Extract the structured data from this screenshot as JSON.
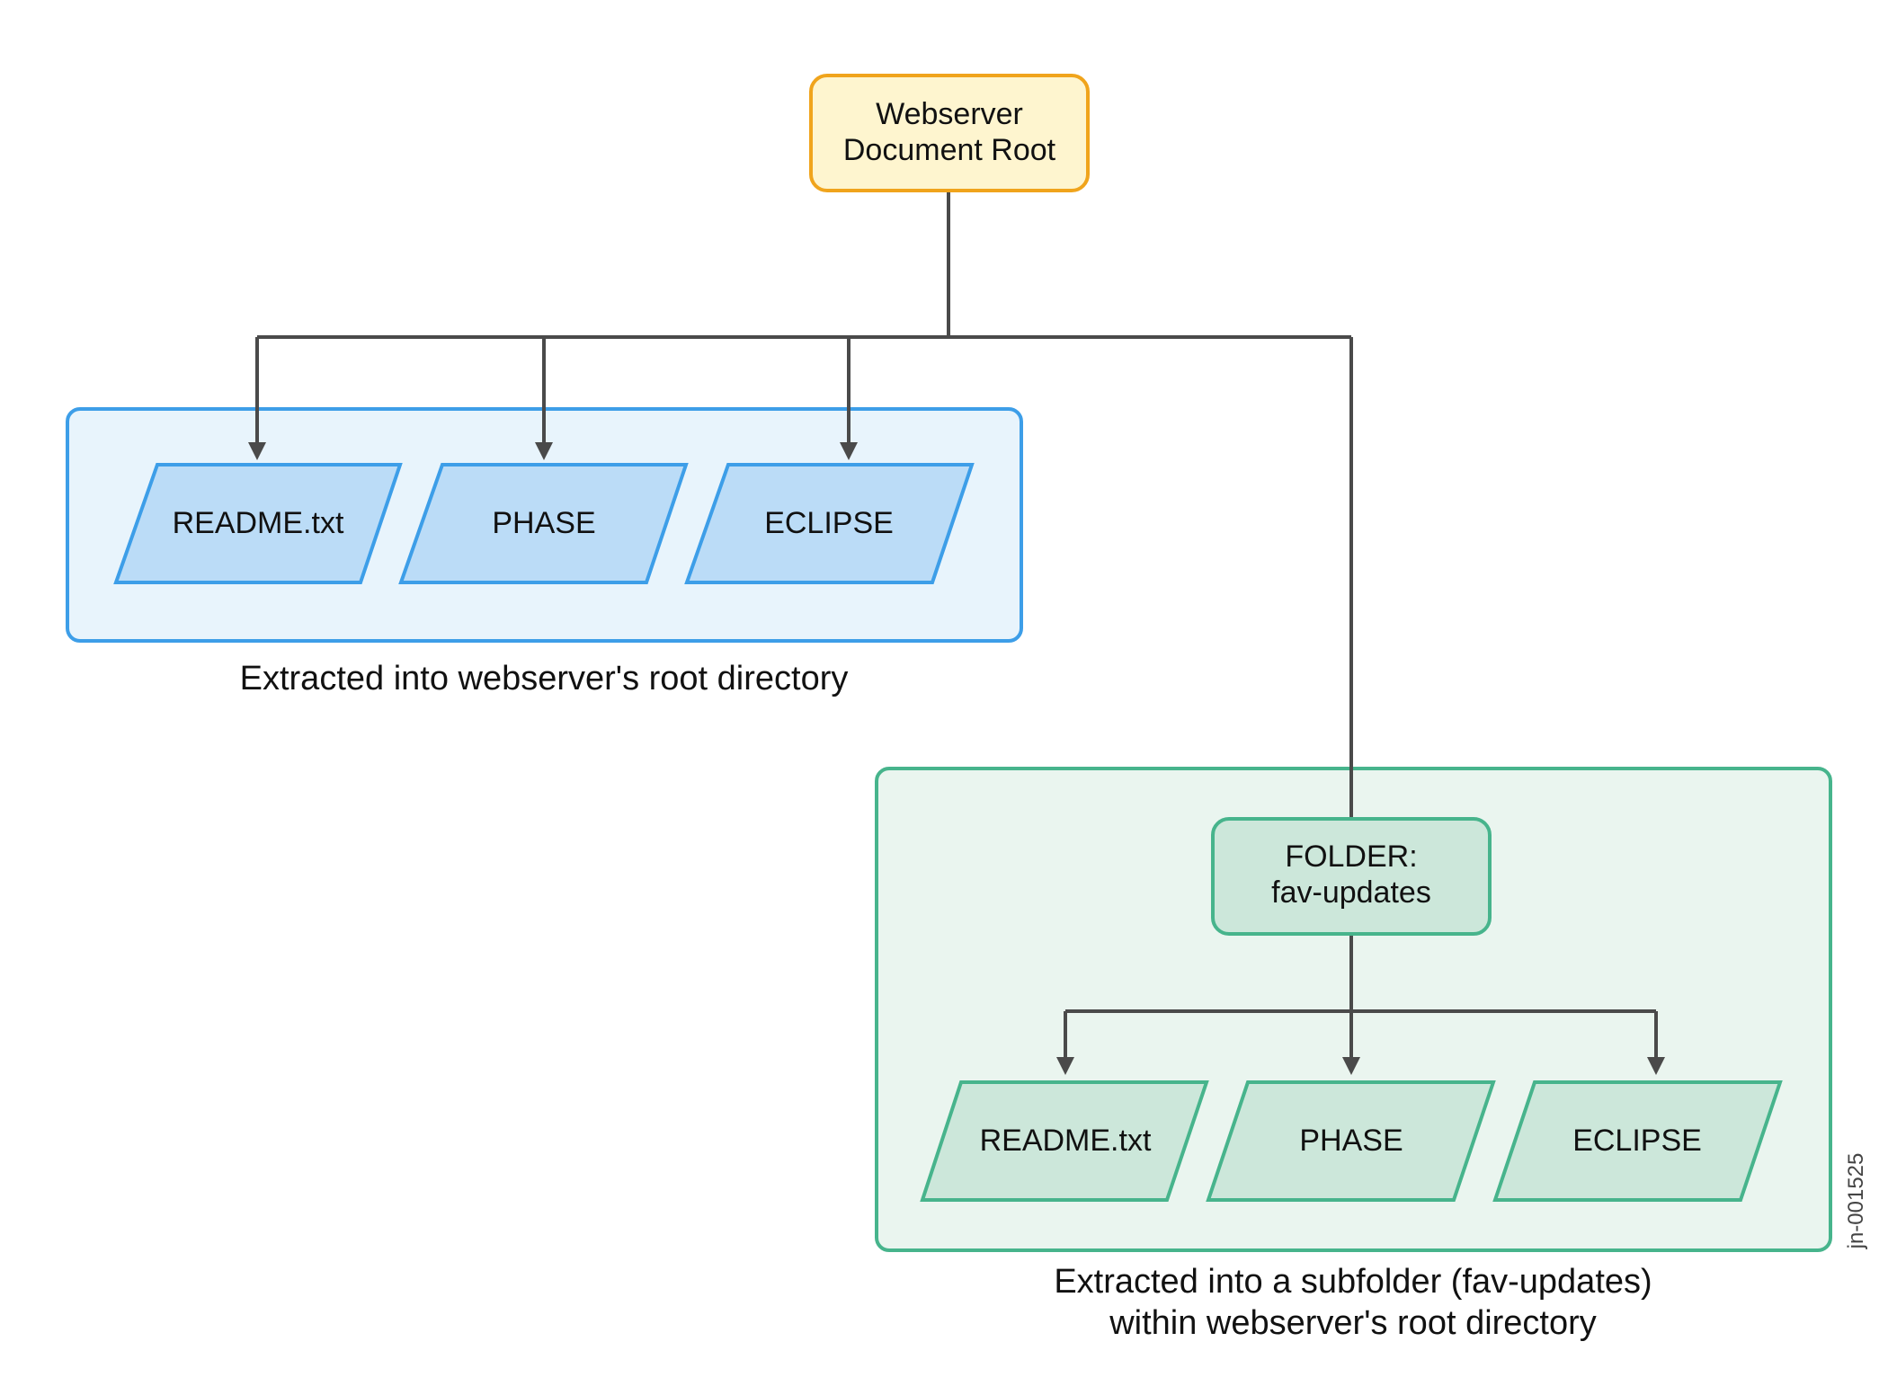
{
  "root_node": {
    "line1": "Webserver",
    "line2": "Document Root"
  },
  "group_root": {
    "files": [
      "README.txt",
      "PHASE",
      "ECLIPSE"
    ],
    "caption": "Extracted into webserver's root directory"
  },
  "group_subfolder": {
    "folder_line1": "FOLDER:",
    "folder_line2": "fav-updates",
    "files": [
      "README.txt",
      "PHASE",
      "ECLIPSE"
    ],
    "caption_line1": "Extracted into a subfolder (fav-updates)",
    "caption_line2": "within webserver's root directory"
  },
  "figure_id": "jn-001525",
  "colors": {
    "root_fill": "#fef5cf",
    "root_stroke": "#f0a41c",
    "blue_group_fill": "#e8f4fc",
    "blue_stroke": "#3d9ee8",
    "blue_file_fill": "#bbdcf7",
    "green_group_fill": "#eaf5ef",
    "green_stroke": "#47b48c",
    "green_file_fill": "#cce7da",
    "connector": "#4a4a4a"
  }
}
